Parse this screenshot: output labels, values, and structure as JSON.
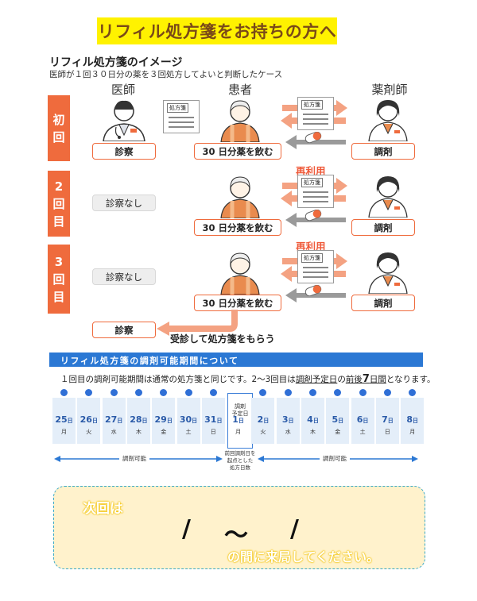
{
  "title": "リフィル処方箋をお持ちの方へ",
  "image_section": {
    "heading": "リフィル処方箋のイメージ",
    "description": "医師が１回３０日分の薬を３回処方してよいと判断したケース",
    "roles": {
      "doctor": "医師",
      "patient": "患者",
      "pharmacist": "薬剤師"
    },
    "prescription_tag": "処方箋",
    "reuse_label": "再利用",
    "rows": [
      {
        "tab": [
          "初",
          "回"
        ],
        "doctor_box": "診察",
        "patient_box": "30 日分薬を飲む",
        "pharmacist_box": "調剤",
        "reuse": false
      },
      {
        "tab": [
          "2",
          "回",
          "目"
        ],
        "doctor_box": "診察なし",
        "patient_box": "30 日分薬を飲む",
        "pharmacist_box": "調剤",
        "reuse": true
      },
      {
        "tab": [
          "3",
          "回",
          "目"
        ],
        "doctor_box": "診察なし",
        "patient_box": "30 日分薬を飲む",
        "pharmacist_box": "調剤",
        "reuse": true
      }
    ],
    "return_box": "診察",
    "return_caption": "受診して処方箋をもらう"
  },
  "period_section": {
    "bar_title": "リフィル処方箋の調剤可能期間について",
    "note_part1": "１回目の調剤可能期間は通常の処方箋と同じです。2～3回目は",
    "note_underline1": "調剤予定日",
    "note_part2": "の",
    "note_underline2": "前後",
    "note_big": "7",
    "note_underline3": "日間",
    "note_part3": "となります。",
    "day_unit": "日",
    "days": [
      {
        "num": "25",
        "wd": "月"
      },
      {
        "num": "26",
        "wd": "火"
      },
      {
        "num": "27",
        "wd": "水"
      },
      {
        "num": "28",
        "wd": "木"
      },
      {
        "num": "29",
        "wd": "金"
      },
      {
        "num": "30",
        "wd": "土"
      },
      {
        "num": "31",
        "wd": "日"
      },
      {
        "num": "1",
        "wd": "月"
      },
      {
        "num": "2",
        "wd": "火"
      },
      {
        "num": "3",
        "wd": "水"
      },
      {
        "num": "4",
        "wd": "木"
      },
      {
        "num": "5",
        "wd": "金"
      },
      {
        "num": "6",
        "wd": "土"
      },
      {
        "num": "7",
        "wd": "日"
      },
      {
        "num": "8",
        "wd": "月"
      }
    ],
    "scheduled_label": [
      "調剤",
      "予定日"
    ],
    "range_label_left": "調剤可能",
    "range_label_right": "調剤可能",
    "center_note": [
      "前回調剤日を",
      "起点とした",
      "処方日数"
    ]
  },
  "next_visit": {
    "title": "次回は",
    "slash1": "/",
    "tilde": "～",
    "slash2": "/",
    "tail": "の間に来局してください。"
  },
  "colors": {
    "accent": "#ef6b3d",
    "blue": "#2b78d4",
    "yellow": "#fff200",
    "cream": "#fff2cc"
  }
}
